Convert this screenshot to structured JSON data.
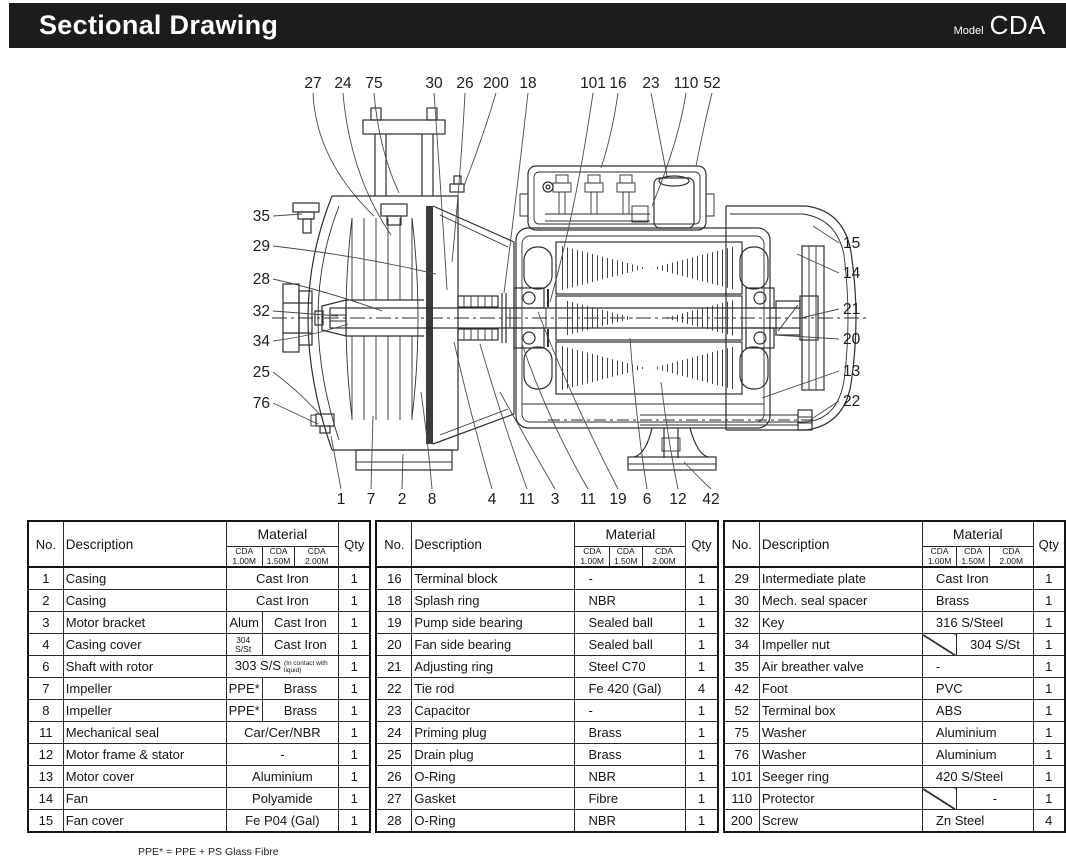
{
  "header": {
    "title": "Sectional Drawing",
    "model_label": "Model",
    "model_value": "CDA"
  },
  "drawing": {
    "callouts_top": [
      "27",
      "24",
      "75",
      "30",
      "26",
      "200",
      "18",
      "101",
      "16",
      "23",
      "110",
      "52"
    ],
    "callouts_left": [
      "35",
      "29",
      "28",
      "32",
      "34",
      "25",
      "76"
    ],
    "callouts_right": [
      "15",
      "14",
      "21",
      "20",
      "13",
      "22"
    ],
    "callouts_bottom": [
      "1",
      "7",
      "2",
      "8",
      "4",
      "11",
      "3",
      "11",
      "19",
      "6",
      "12",
      "42"
    ]
  },
  "table": {
    "header": {
      "no": "No.",
      "description": "Description",
      "material": "Material",
      "qty": "Qty",
      "material_cols": [
        "CDA\n1.00M",
        "CDA\n1.50M",
        "CDA\n2.00M"
      ]
    },
    "groups": [
      {
        "rows": [
          {
            "no": "1",
            "desc": "Casing",
            "m": [
              {
                "t": "Cast Iron",
                "s": 3
              }
            ],
            "qty": "1"
          },
          {
            "no": "2",
            "desc": "Casing",
            "m": [
              {
                "t": "Cast Iron",
                "s": 3
              }
            ],
            "qty": "1"
          },
          {
            "no": "3",
            "desc": "Motor bracket",
            "m": [
              {
                "t": "Alum",
                "s": 1
              },
              {
                "t": "Cast Iron",
                "s": 2
              }
            ],
            "qty": "1"
          },
          {
            "no": "4",
            "desc": "Casing cover",
            "m": [
              {
                "t": "304 S/St",
                "s": 1,
                "small": true
              },
              {
                "t": "Cast Iron",
                "s": 2
              }
            ],
            "qty": "1"
          },
          {
            "no": "6",
            "desc": "Shaft with rotor",
            "m": [
              {
                "t": "303 S/S",
                "s": 3,
                "note": "(In contact with liquid)"
              }
            ],
            "qty": "1"
          },
          {
            "no": "7",
            "desc": "Impeller",
            "m": [
              {
                "t": "PPE*",
                "s": 1
              },
              {
                "t": "Brass",
                "s": 2
              }
            ],
            "qty": "1"
          },
          {
            "no": "8",
            "desc": "Impeller",
            "m": [
              {
                "t": "PPE*",
                "s": 1
              },
              {
                "t": "Brass",
                "s": 2
              }
            ],
            "qty": "1"
          },
          {
            "no": "11",
            "desc": "Mechanical seal",
            "m": [
              {
                "t": "Car/Cer/NBR",
                "s": 3
              }
            ],
            "qty": "1"
          },
          {
            "no": "12",
            "desc": "Motor frame & stator",
            "m": [
              {
                "t": "-",
                "s": 3
              }
            ],
            "qty": "1"
          },
          {
            "no": "13",
            "desc": "Motor cover",
            "m": [
              {
                "t": "Aluminium",
                "s": 3
              }
            ],
            "qty": "1"
          },
          {
            "no": "14",
            "desc": "Fan",
            "m": [
              {
                "t": "Polyamide",
                "s": 3
              }
            ],
            "qty": "1"
          },
          {
            "no": "15",
            "desc": "Fan cover",
            "m": [
              {
                "t": "Fe P04 (Gal)",
                "s": 3
              }
            ],
            "qty": "1"
          }
        ]
      },
      {
        "rows": [
          {
            "no": "16",
            "desc": "Terminal block",
            "m": [
              {
                "t": "-",
                "s": 3
              }
            ],
            "qty": "1"
          },
          {
            "no": "18",
            "desc": "Splash ring",
            "m": [
              {
                "t": "NBR",
                "s": 3
              }
            ],
            "qty": "1"
          },
          {
            "no": "19",
            "desc": "Pump side bearing",
            "m": [
              {
                "t": "Sealed ball",
                "s": 3
              }
            ],
            "qty": "1"
          },
          {
            "no": "20",
            "desc": "Fan side bearing",
            "m": [
              {
                "t": "Sealed ball",
                "s": 3
              }
            ],
            "qty": "1"
          },
          {
            "no": "21",
            "desc": "Adjusting ring",
            "m": [
              {
                "t": "Steel C70",
                "s": 3
              }
            ],
            "qty": "1"
          },
          {
            "no": "22",
            "desc": "Tie rod",
            "m": [
              {
                "t": "Fe 420 (Gal)",
                "s": 3
              }
            ],
            "qty": "4"
          },
          {
            "no": "23",
            "desc": "Capacitor",
            "m": [
              {
                "t": "-",
                "s": 3
              }
            ],
            "qty": "1"
          },
          {
            "no": "24",
            "desc": "Priming plug",
            "m": [
              {
                "t": "Brass",
                "s": 3
              }
            ],
            "qty": "1"
          },
          {
            "no": "25",
            "desc": "Drain plug",
            "m": [
              {
                "t": "Brass",
                "s": 3
              }
            ],
            "qty": "1"
          },
          {
            "no": "26",
            "desc": "O-Ring",
            "m": [
              {
                "t": "NBR",
                "s": 3
              }
            ],
            "qty": "1"
          },
          {
            "no": "27",
            "desc": "Gasket",
            "m": [
              {
                "t": "Fibre",
                "s": 3
              }
            ],
            "qty": "1"
          },
          {
            "no": "28",
            "desc": "O-Ring",
            "m": [
              {
                "t": "NBR",
                "s": 3
              }
            ],
            "qty": "1"
          }
        ]
      },
      {
        "rows": [
          {
            "no": "29",
            "desc": "Intermediate plate",
            "m": [
              {
                "t": "Cast Iron",
                "s": 3
              }
            ],
            "qty": "1"
          },
          {
            "no": "30",
            "desc": "Mech. seal spacer",
            "m": [
              {
                "t": "Brass",
                "s": 3
              }
            ],
            "qty": "1"
          },
          {
            "no": "32",
            "desc": "Key",
            "m": [
              {
                "t": "316 S/Steel",
                "s": 3
              }
            ],
            "qty": "1"
          },
          {
            "no": "34",
            "desc": "Impeller nut",
            "m": [
              {
                "diag": true,
                "s": 1
              },
              {
                "t": "304 S/St",
                "s": 2
              }
            ],
            "qty": "1"
          },
          {
            "no": "35",
            "desc": "Air breather valve",
            "m": [
              {
                "t": "-",
                "s": 3
              }
            ],
            "qty": "1"
          },
          {
            "no": "42",
            "desc": "Foot",
            "m": [
              {
                "t": "PVC",
                "s": 3
              }
            ],
            "qty": "1"
          },
          {
            "no": "52",
            "desc": "Terminal box",
            "m": [
              {
                "t": "ABS",
                "s": 3
              }
            ],
            "qty": "1"
          },
          {
            "no": "75",
            "desc": "Washer",
            "m": [
              {
                "t": "Aluminium",
                "s": 3
              }
            ],
            "qty": "1"
          },
          {
            "no": "76",
            "desc": "Washer",
            "m": [
              {
                "t": "Aluminium",
                "s": 3
              }
            ],
            "qty": "1"
          },
          {
            "no": "101",
            "desc": "Seeger ring",
            "m": [
              {
                "t": "420 S/Steel",
                "s": 3
              }
            ],
            "qty": "1"
          },
          {
            "no": "110",
            "desc": "Protector",
            "m": [
              {
                "diag": true,
                "s": 1
              },
              {
                "t": "-",
                "s": 2
              }
            ],
            "qty": "1"
          },
          {
            "no": "200",
            "desc": "Screw",
            "m": [
              {
                "t": "Zn Steel",
                "s": 3
              }
            ],
            "qty": "4"
          }
        ]
      }
    ]
  },
  "footnote": "PPE* = PPE + PS Glass Fibre"
}
